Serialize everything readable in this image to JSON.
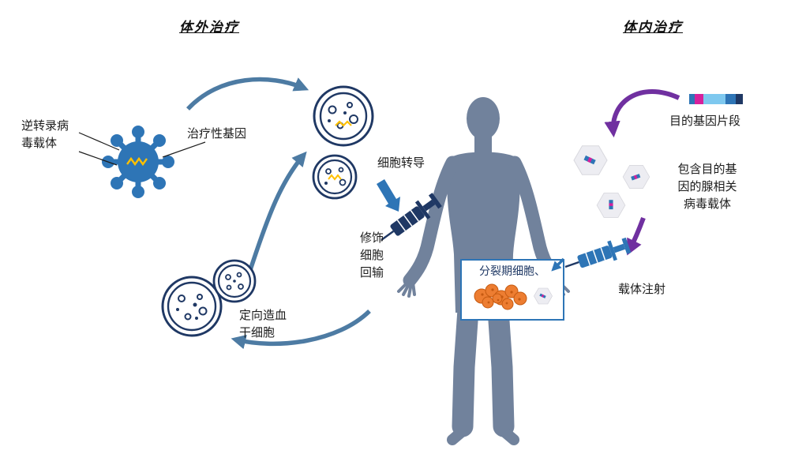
{
  "titles": {
    "ex_vivo": "体外治疗",
    "in_vivo": "体内治疗"
  },
  "ex_vivo": {
    "retroviral_vector_label": "逆转录病\n毒载体",
    "therapeutic_gene_label": "治疗性基因",
    "cell_transduction_label": "细胞转导",
    "modified_cell_reinfusion_label": "修饰\n细胞\n回输",
    "hematopoietic_stem_cell_label": "定向造血\n干细胞"
  },
  "in_vivo": {
    "target_gene_fragment_label": "目的基因片段",
    "aav_vector_label": "包含目的基\n因的腺相关\n病毒载体",
    "vector_injection_label": "载体注射"
  },
  "body_overlay": {
    "dividing_cells_label": "分裂期细胞、"
  },
  "icons": [
    "retrovirus-icon",
    "cell-icon",
    "syringe-icon",
    "human-body-silhouette",
    "aav-particle-icon",
    "gene-fragment-icon",
    "orange-cell-cluster-icon"
  ],
  "colors": {
    "navy": "#1f3864",
    "blue": "#2e75b6",
    "steel_arrow": "#4d7ba3",
    "purple": "#7030a0",
    "body_silhouette": "#71829c",
    "orange_cells": "#ed7d31",
    "gene_yellow": "#ffc000",
    "magenta_segment": "#d6219c",
    "cyan_segment": "#7ec8ef",
    "hexagon_fill": "#ededf2"
  }
}
